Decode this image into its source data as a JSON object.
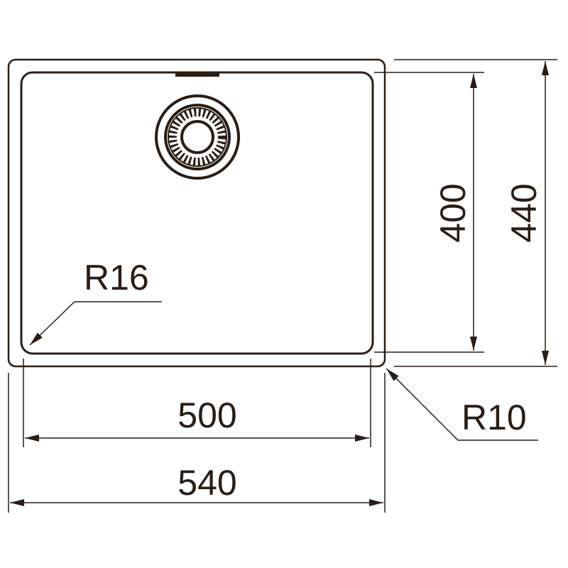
{
  "dimensions": {
    "inner_width": "500",
    "outer_width": "540",
    "inner_depth": "400",
    "outer_depth": "440",
    "inner_radius": "R16",
    "outer_radius": "R10"
  },
  "colors": {
    "line": "#2a1d14",
    "background": "#ffffff"
  }
}
